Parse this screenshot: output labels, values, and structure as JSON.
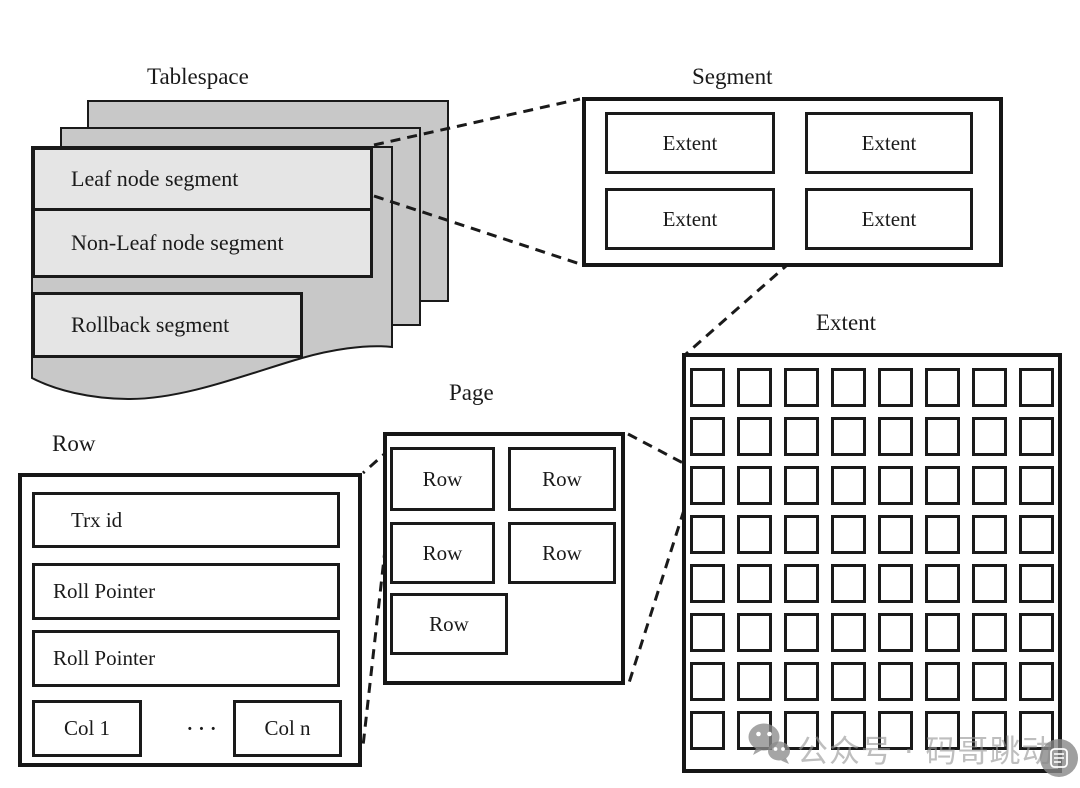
{
  "diagram": {
    "tablespace": {
      "label": "Tablespace",
      "segments": [
        "Leaf node segment",
        "Non-Leaf node segment",
        "Rollback segment"
      ]
    },
    "segment": {
      "label": "Segment",
      "extents": [
        "Extent",
        "Extent",
        "Extent",
        "Extent"
      ]
    },
    "extent": {
      "label": "Extent",
      "grid_rows": 8,
      "grid_cols": 8
    },
    "page": {
      "label": "Page",
      "row_labels": [
        "Row",
        "Row",
        "Row",
        "Row",
        "Row"
      ]
    },
    "row": {
      "label": "Row",
      "fields": [
        "Trx id",
        "Roll Pointer",
        "Roll Pointer"
      ],
      "first_col": "Col 1",
      "ellipsis": "···",
      "last_col": "Col n"
    }
  },
  "watermark": {
    "text": "公众号 · 码哥跳动",
    "wechat_icon": "wechat-logo",
    "badge_icon": "article-badge"
  },
  "colors": {
    "background": "#ffffff",
    "sheet_gray": "#c8c8c8",
    "bar_gray": "#e5e5e5",
    "line_black": "#1a1a1a",
    "watermark_gray": "#969696"
  }
}
